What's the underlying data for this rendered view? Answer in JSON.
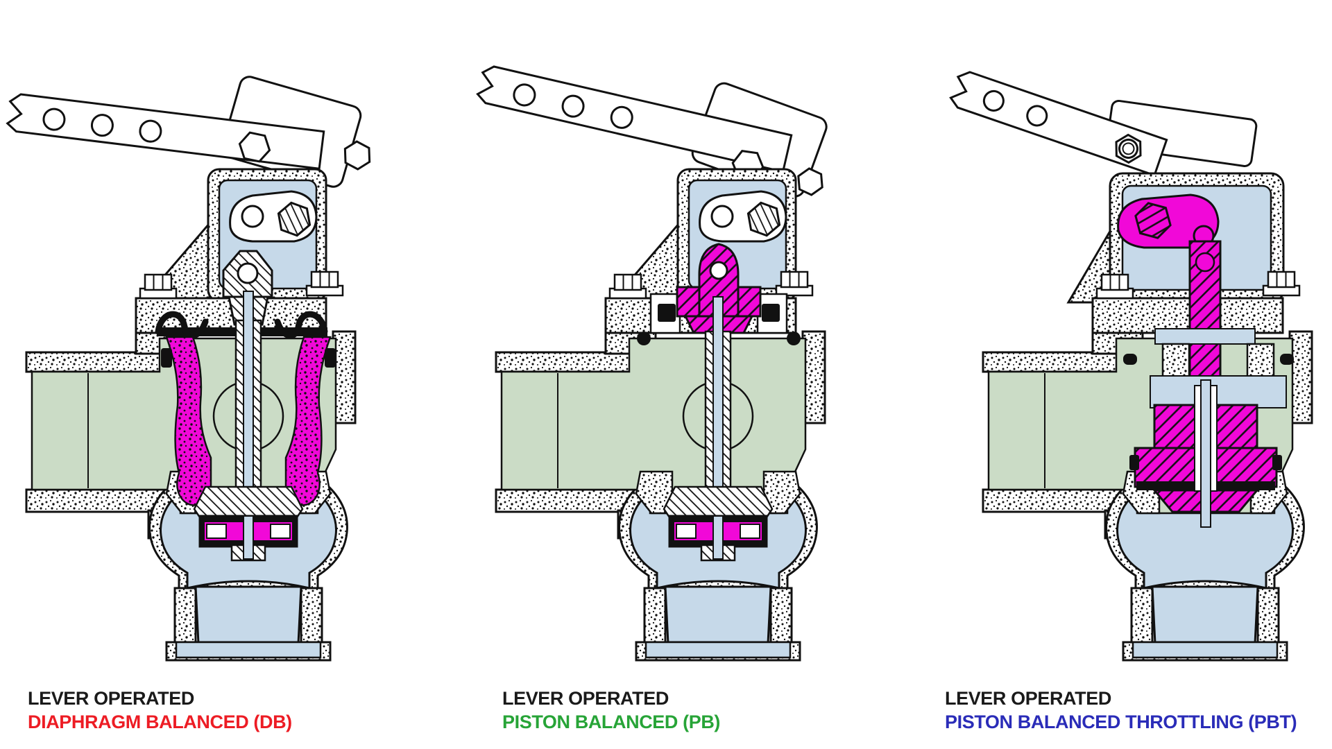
{
  "figures": [
    {
      "code": "DB",
      "line1": "LEVER OPERATED",
      "line2": "DIAPHRAGM BALANCED (DB)"
    },
    {
      "code": "PB",
      "line1": "LEVER OPERATED",
      "line2": "PISTON BALANCED (PB)"
    },
    {
      "code": "PBT",
      "line1": "LEVER OPERATED",
      "line2": "PISTON BALANCED THROTTLING (PBT)"
    }
  ],
  "colors": {
    "label_red": "#ed1c24",
    "label_green": "#27a437",
    "label_blue": "#2a2cb8",
    "label_black": "#1a1a1a",
    "magenta": "#f108d8",
    "light_blue": "#c6d9e9",
    "light_green": "#cbdcc6",
    "ink": "#111111",
    "paper": "#ffffff"
  }
}
